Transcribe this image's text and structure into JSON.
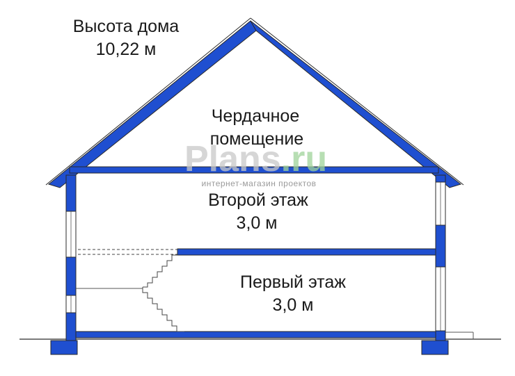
{
  "height_label": {
    "line1": "Высота дома",
    "line2": "10,22 м"
  },
  "attic_label": {
    "line1": "Чердачное",
    "line2": "помещение"
  },
  "second_floor_label": {
    "line1": "Второй этаж",
    "line2": "3,0 м"
  },
  "first_floor_label": {
    "line1": "Первый этаж",
    "line2": "3,0 м"
  },
  "watermark": {
    "brand_main": "Plans",
    "brand_suffix": ".ru",
    "tagline": "интернет-магазин проектов"
  },
  "colors": {
    "structure_blue": "#1f4fd0",
    "outline": "#2a2a2a",
    "watermark_grey": "#c8c8c8",
    "watermark_green": "#9fd39a"
  }
}
